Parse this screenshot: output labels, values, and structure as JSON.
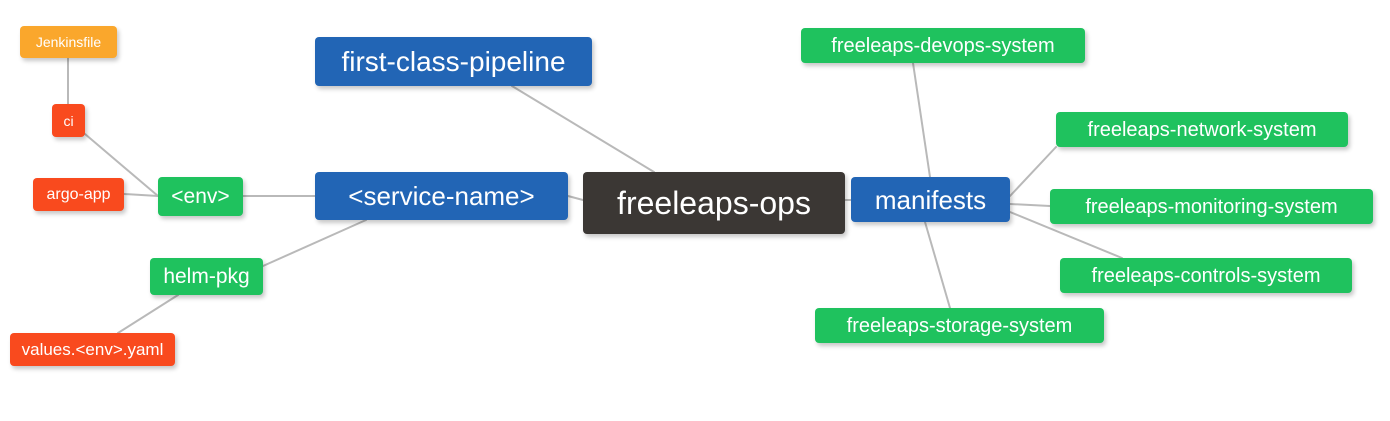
{
  "diagram": {
    "title": "freeleaps-ops repository mindmap",
    "type": "mindmap",
    "background": "#ffffff",
    "palette": {
      "root": "#3b3734",
      "blue": "#2265b5",
      "green": "#1fc25e",
      "orange": "#faa72c",
      "red": "#f94a1e",
      "edge": "#b8b8b8",
      "text": "#ffffff"
    }
  },
  "nodes": {
    "root": {
      "label": "freeleaps-ops",
      "color": "#3b3734"
    },
    "service_name": {
      "label": "<service-name>",
      "color": "#2265b5"
    },
    "first_class_pipeline": {
      "label": "first-class-pipeline",
      "color": "#2265b5"
    },
    "manifests": {
      "label": "manifests",
      "color": "#2265b5"
    },
    "env": {
      "label": "<env>",
      "color": "#1fc25e"
    },
    "helm_pkg": {
      "label": "helm-pkg",
      "color": "#1fc25e"
    },
    "jenkinsfile": {
      "label": "Jenkinsfile",
      "color": "#faa72c"
    },
    "ci": {
      "label": "ci",
      "color": "#f94a1e"
    },
    "argo_app": {
      "label": "argo-app",
      "color": "#f94a1e"
    },
    "values_yaml": {
      "label": "values.<env>.yaml",
      "color": "#f94a1e"
    },
    "devops_system": {
      "label": "freeleaps-devops-system",
      "color": "#1fc25e"
    },
    "network_system": {
      "label": "freeleaps-network-system",
      "color": "#1fc25e"
    },
    "monitoring_system": {
      "label": "freeleaps-monitoring-system",
      "color": "#1fc25e"
    },
    "controls_system": {
      "label": "freeleaps-controls-system",
      "color": "#1fc25e"
    },
    "storage_system": {
      "label": "freeleaps-storage-system",
      "color": "#1fc25e"
    }
  },
  "edges": [
    {
      "from": "jenkinsfile",
      "to": "ci"
    },
    {
      "from": "ci",
      "to": "env"
    },
    {
      "from": "argo_app",
      "to": "env"
    },
    {
      "from": "env",
      "to": "service_name"
    },
    {
      "from": "service_name",
      "to": "root"
    },
    {
      "from": "first_class_pipeline",
      "to": "root"
    },
    {
      "from": "service_name",
      "to": "helm_pkg"
    },
    {
      "from": "helm_pkg",
      "to": "values_yaml"
    },
    {
      "from": "root",
      "to": "manifests"
    },
    {
      "from": "manifests",
      "to": "devops_system"
    },
    {
      "from": "manifests",
      "to": "network_system"
    },
    {
      "from": "manifests",
      "to": "monitoring_system"
    },
    {
      "from": "manifests",
      "to": "controls_system"
    },
    {
      "from": "manifests",
      "to": "storage_system"
    }
  ]
}
